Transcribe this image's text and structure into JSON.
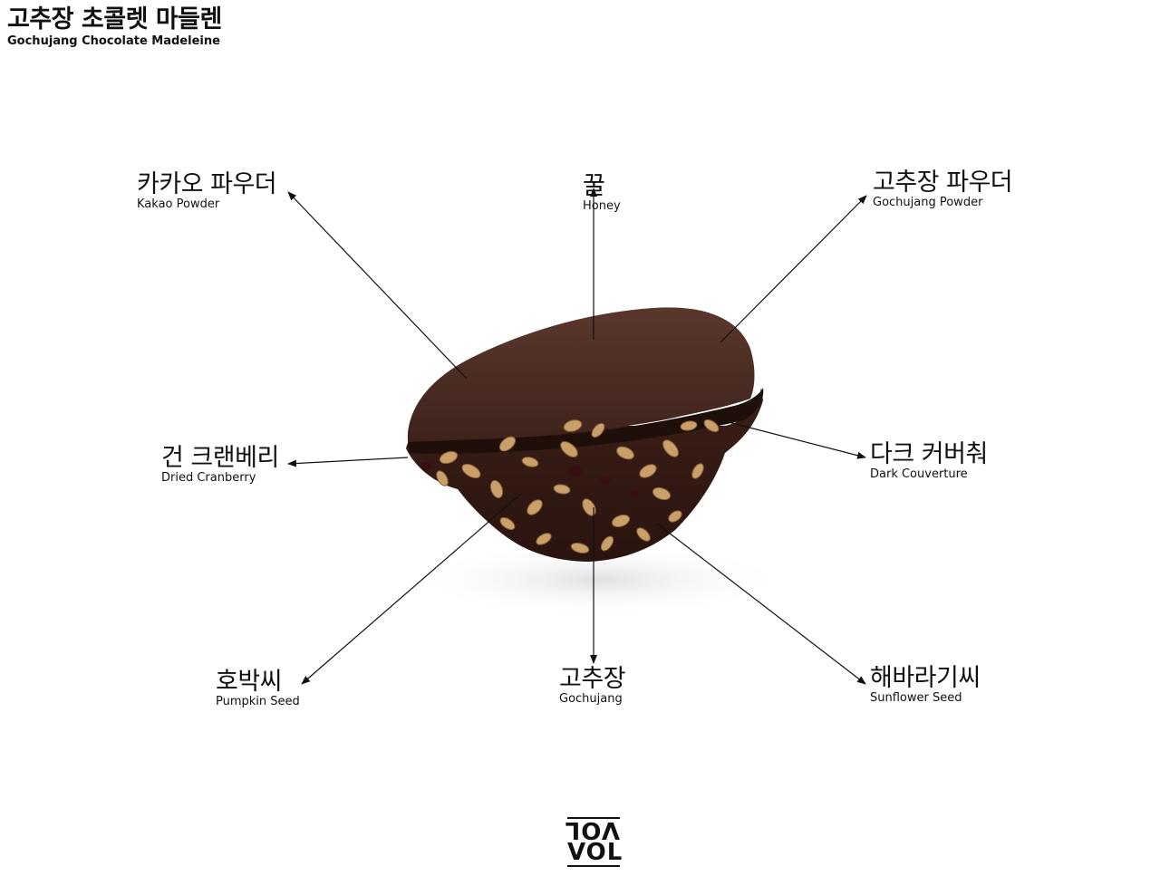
{
  "title": {
    "ko": "고추장 초콜렛 마들렌",
    "en": "Gochujang Chocolate Madeleine"
  },
  "ingredients": [
    {
      "ko": "카카오 파우더",
      "en": "Kakao Powder"
    },
    {
      "ko": "꿀",
      "en": "Honey"
    },
    {
      "ko": "고추장 파우더",
      "en": "Gochujang Powder"
    },
    {
      "ko": "건 크랜베리",
      "en": "Dried Cranberry"
    },
    {
      "ko": "다크 커버춰",
      "en": "Dark Couverture"
    },
    {
      "ko": "호박씨",
      "en": "Pumpkin Seed"
    },
    {
      "ko": "고추장",
      "en": "Gochujang"
    },
    {
      "ko": "해바라기씨",
      "en": "Sunflower Seed"
    }
  ],
  "logo": {
    "top": "VOL",
    "bottom": "VOL"
  },
  "colors": {
    "text": "#111111",
    "sponge": "#4a2a22",
    "sponge_dark": "#2e1711",
    "nut": "#c9a06a",
    "shadow": "#e9e9ec"
  }
}
